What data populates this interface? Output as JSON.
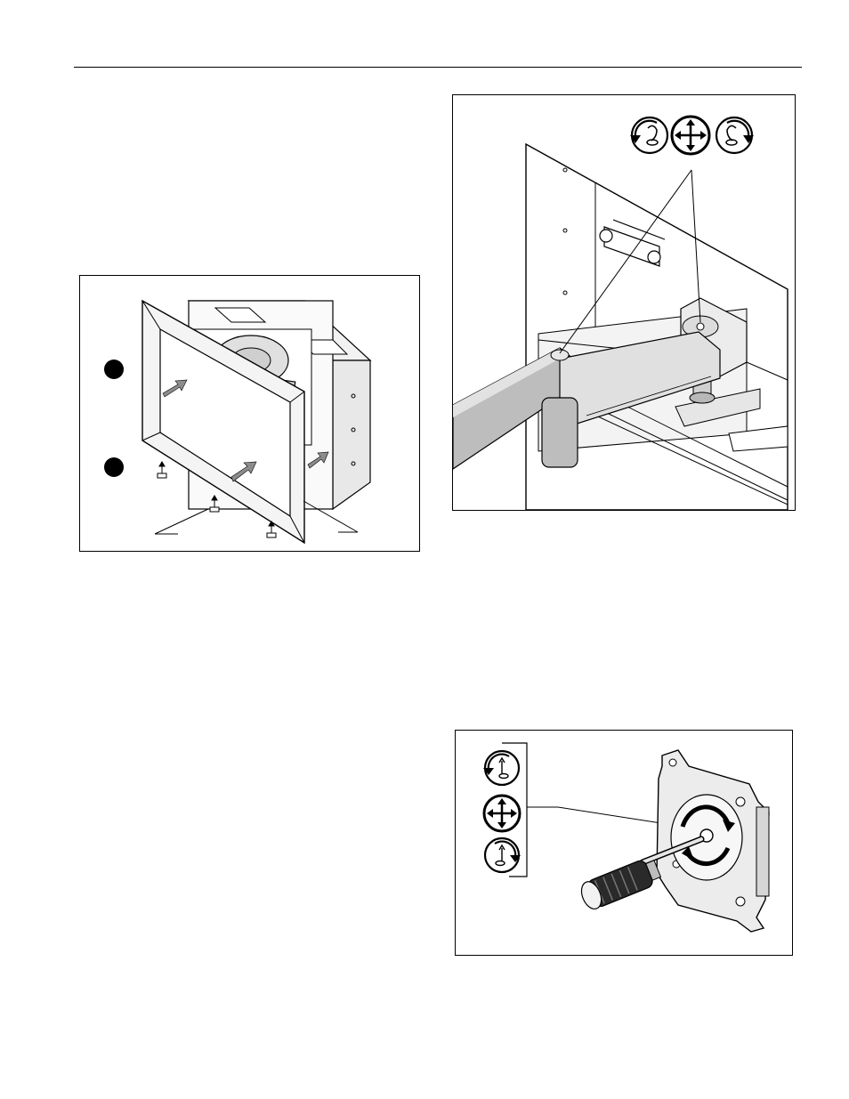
{
  "page": {
    "header_rule": true,
    "figures": [
      {
        "id": "frame-installation",
        "callout_markers": 2
      },
      {
        "id": "arm-pivot-adjustment",
        "icons": [
          "rotate-left-icon",
          "move-icon",
          "rotate-right-icon"
        ]
      },
      {
        "id": "plate-tension-adjustment",
        "icons": [
          "rotate-left-icon",
          "move-icon",
          "rotate-right-icon"
        ]
      }
    ]
  },
  "colors": {
    "ink": "#000000",
    "arrow_gray": "#8c8c8c",
    "metal_light": "#e6e6e6",
    "metal_mid": "#bdbdbd"
  }
}
